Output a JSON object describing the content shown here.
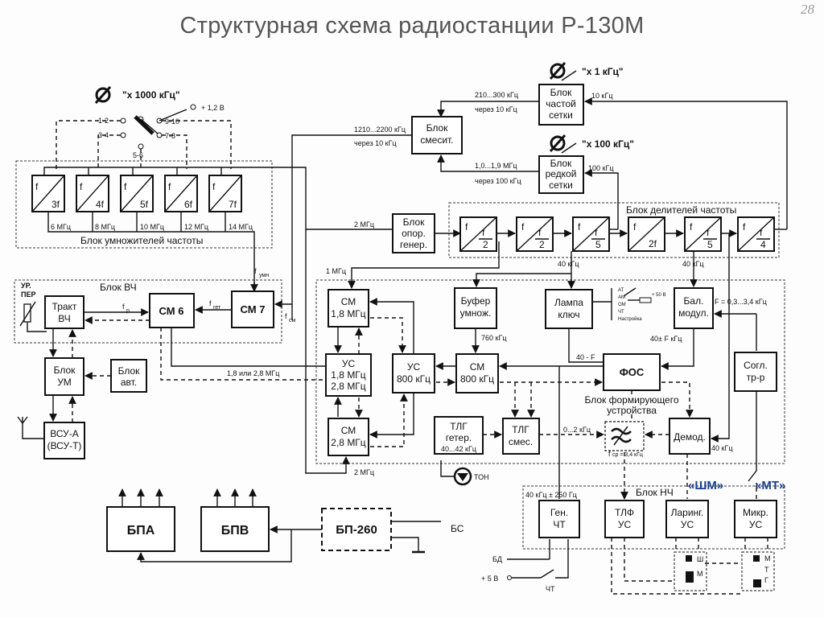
{
  "title": "Структурная схема радиостанции Р-130М",
  "page_number": "28",
  "knobs": {
    "k1000": "\"x 1000 кГц\"",
    "k1": "\"x 1 кГц\"",
    "k100": "\"x 100 кГц\""
  },
  "switch_labels": {
    "s12": "1-2",
    "s34": "3-4",
    "s56": "5-6",
    "s78": "7-8",
    "s910": "9-10",
    "v12": "+ 1,2 В"
  },
  "multipliers": {
    "group_label": "Блок умножителей частоты",
    "items": [
      "3f",
      "4f",
      "5f",
      "6f",
      "7f"
    ],
    "outputs": [
      "6 МГц",
      "8 МГц",
      "10 МГц",
      "12 МГц",
      "14 МГц"
    ]
  },
  "dividers": {
    "group_label": "Блок делителей частоты",
    "items": [
      {
        "top": "f",
        "bot": "2"
      },
      {
        "top": "f",
        "bot": "2"
      },
      {
        "top": "f",
        "bot": "5"
      },
      {
        "top": "f",
        "bot": "2f"
      },
      {
        "top": "f",
        "bot": "5"
      },
      {
        "top": "f",
        "bot": "4"
      }
    ]
  },
  "blocks": {
    "ref_gen": [
      "Блок",
      "опор.",
      "генер."
    ],
    "mixer_unit": [
      "Блок",
      "смесит."
    ],
    "fine_grid": [
      "Блок",
      "частой",
      "сетки"
    ],
    "coarse_grid": [
      "Блок",
      "редкой",
      "сетки"
    ],
    "vch_group": "Блок ВЧ",
    "ur_per": [
      "УР.",
      "ПЕР"
    ],
    "trakt": [
      "Тракт",
      "ВЧ"
    ],
    "cm6": "СМ 6",
    "cm7": "СМ 7",
    "um": [
      "Блок",
      "УМ"
    ],
    "avt": [
      "Блок",
      "авт."
    ],
    "vsu": [
      "ВСУ-А",
      "(ВСУ-Т)"
    ],
    "cm18": [
      "СМ",
      "1,8 МГц"
    ],
    "us18": [
      "УС",
      "1,8 МГц",
      "2,8 МГц"
    ],
    "cm28": [
      "СМ",
      "2,8 МГц"
    ],
    "us800": [
      "УС",
      "800 кГц"
    ],
    "cm800": [
      "СМ",
      "800 кГц"
    ],
    "buf": [
      "Буфер",
      "умнож."
    ],
    "lamp": [
      "Лампа",
      "ключ"
    ],
    "bal": [
      "Бал.",
      "модул."
    ],
    "fos": "ФОС",
    "tlg_gen": [
      "ТЛГ",
      "гетер."
    ],
    "tlg_mix": [
      "ТЛГ",
      "смес."
    ],
    "demod": "Демод.",
    "sogl": [
      "Согл.",
      "тр-р"
    ],
    "form_group": [
      "Блок формирующего",
      "устройства"
    ],
    "ton": "ТОН",
    "nch_group": "Блок НЧ",
    "gen_cht": [
      "Ген.",
      "ЧТ"
    ],
    "tlf": [
      "ТЛФ",
      "УС"
    ],
    "laring": [
      "Ларинг.",
      "УС"
    ],
    "mikr": [
      "Микр.",
      "УС"
    ],
    "bpa": "БПА",
    "bpv": "БПВ",
    "bp260": "БП-260"
  },
  "labels": {
    "f210": "210...300 кГц",
    "thr10": "через 10 кГц",
    "f10k": "10 кГц",
    "f1210": "1210...2200 кГц",
    "thr10b": "через 10 кГц",
    "f1019": "1,0...1,9 МГц",
    "thr100": "через 100 кГц",
    "f100k": "100 кГц",
    "f2m": "2 МГц",
    "f1m": "1 МГц",
    "f40a": "40 кГц",
    "f40b": "40 кГц",
    "f_umn": "f",
    "f_umn_sub": "умн",
    "f_p": "f",
    "f_p_sub": "р",
    "f_get": "f",
    "f_get_sub": "гет",
    "f_sm": "f",
    "f_sm_sub": "см",
    "f_1828": "1,8 или 2,8 МГц",
    "f760": "760 кГц",
    "f40pm": "40± F кГц",
    "f_band": "F = 0,3...3,4 кГц",
    "m40f": "40 - F",
    "f4042": "40...42 кГц",
    "f02": "0...2 кГц",
    "fcp": "f",
    "fcp_rest": "ср = 3,4 кГц",
    "f40c": "40 кГц",
    "f2m_b": "2 МГц",
    "f40_250": "40 кГц ± 250 Гц",
    "bd": "БД",
    "v5": "+ 5 В",
    "cht": "ЧТ",
    "bs": "БС",
    "shm": "«ШМ»",
    "mt": "«МТ»",
    "sw_at": "АТ",
    "sw_am": "АМ",
    "sw_om": "ОМ",
    "sw_cht": "ЧТ",
    "sw_nastr": "Настройка",
    "v50": "+ 50 В",
    "sh": "Ш",
    "m1": "М",
    "m2": "М",
    "t1": "Т",
    "g1": "Г"
  }
}
